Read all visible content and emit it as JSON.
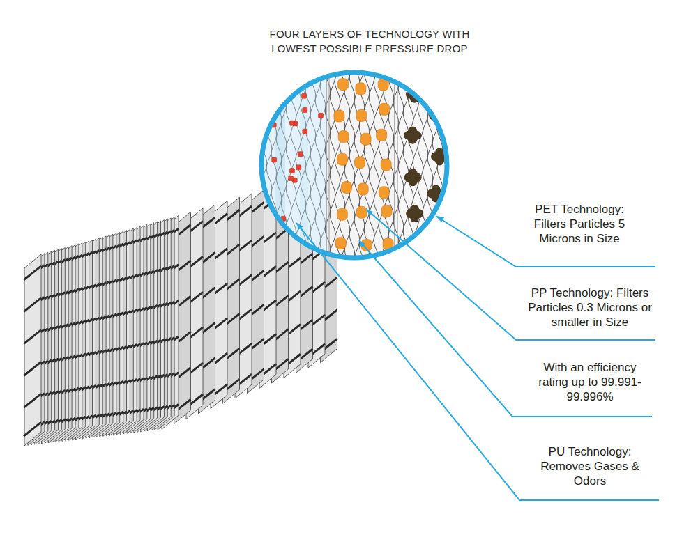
{
  "diagram": {
    "title": "FOUR LAYERS OF TECHNOLOGY WITH LOWEST POSSIBLE PRESSURE DROP",
    "labels": [
      "PET Technology: Filters Particles 5 Microns in Size",
      "PP Technology: Filters Particles 0.3 Microns or smaller in Size",
      "With an efficiency rating up to 99.991-99.996%",
      "PU Technology: Removes Gases & Odors"
    ]
  }
}
